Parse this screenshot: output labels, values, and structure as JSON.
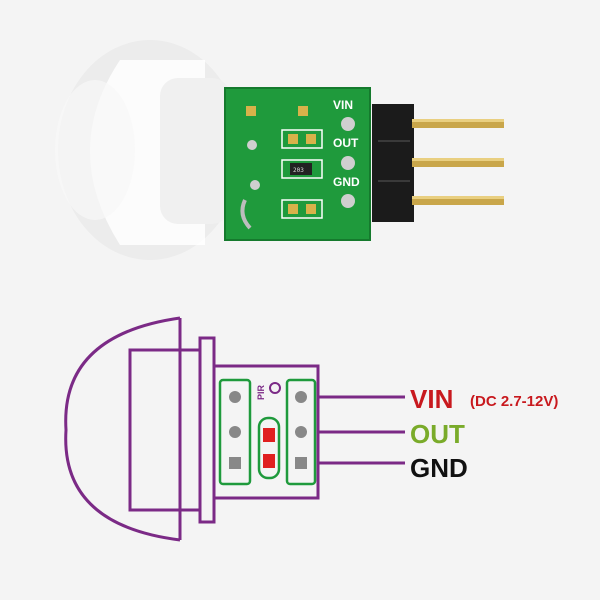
{
  "photo": {
    "board_labels": [
      "VIN",
      "OUT",
      "GND"
    ],
    "chip_marking": "203"
  },
  "diagram": {
    "pir_label": "PIR",
    "pins": [
      {
        "label": "VIN",
        "note": "(DC 2.7-12V)",
        "color": "#c8191e"
      },
      {
        "label": "OUT",
        "note": "",
        "color": "#7aab2a"
      },
      {
        "label": "GND",
        "note": "",
        "color": "#111111"
      }
    ]
  },
  "colors": {
    "outline": "#7b2a86",
    "pcb": "#1f9a3c",
    "pad_gray": "#888888",
    "bridge": "#e02020"
  }
}
